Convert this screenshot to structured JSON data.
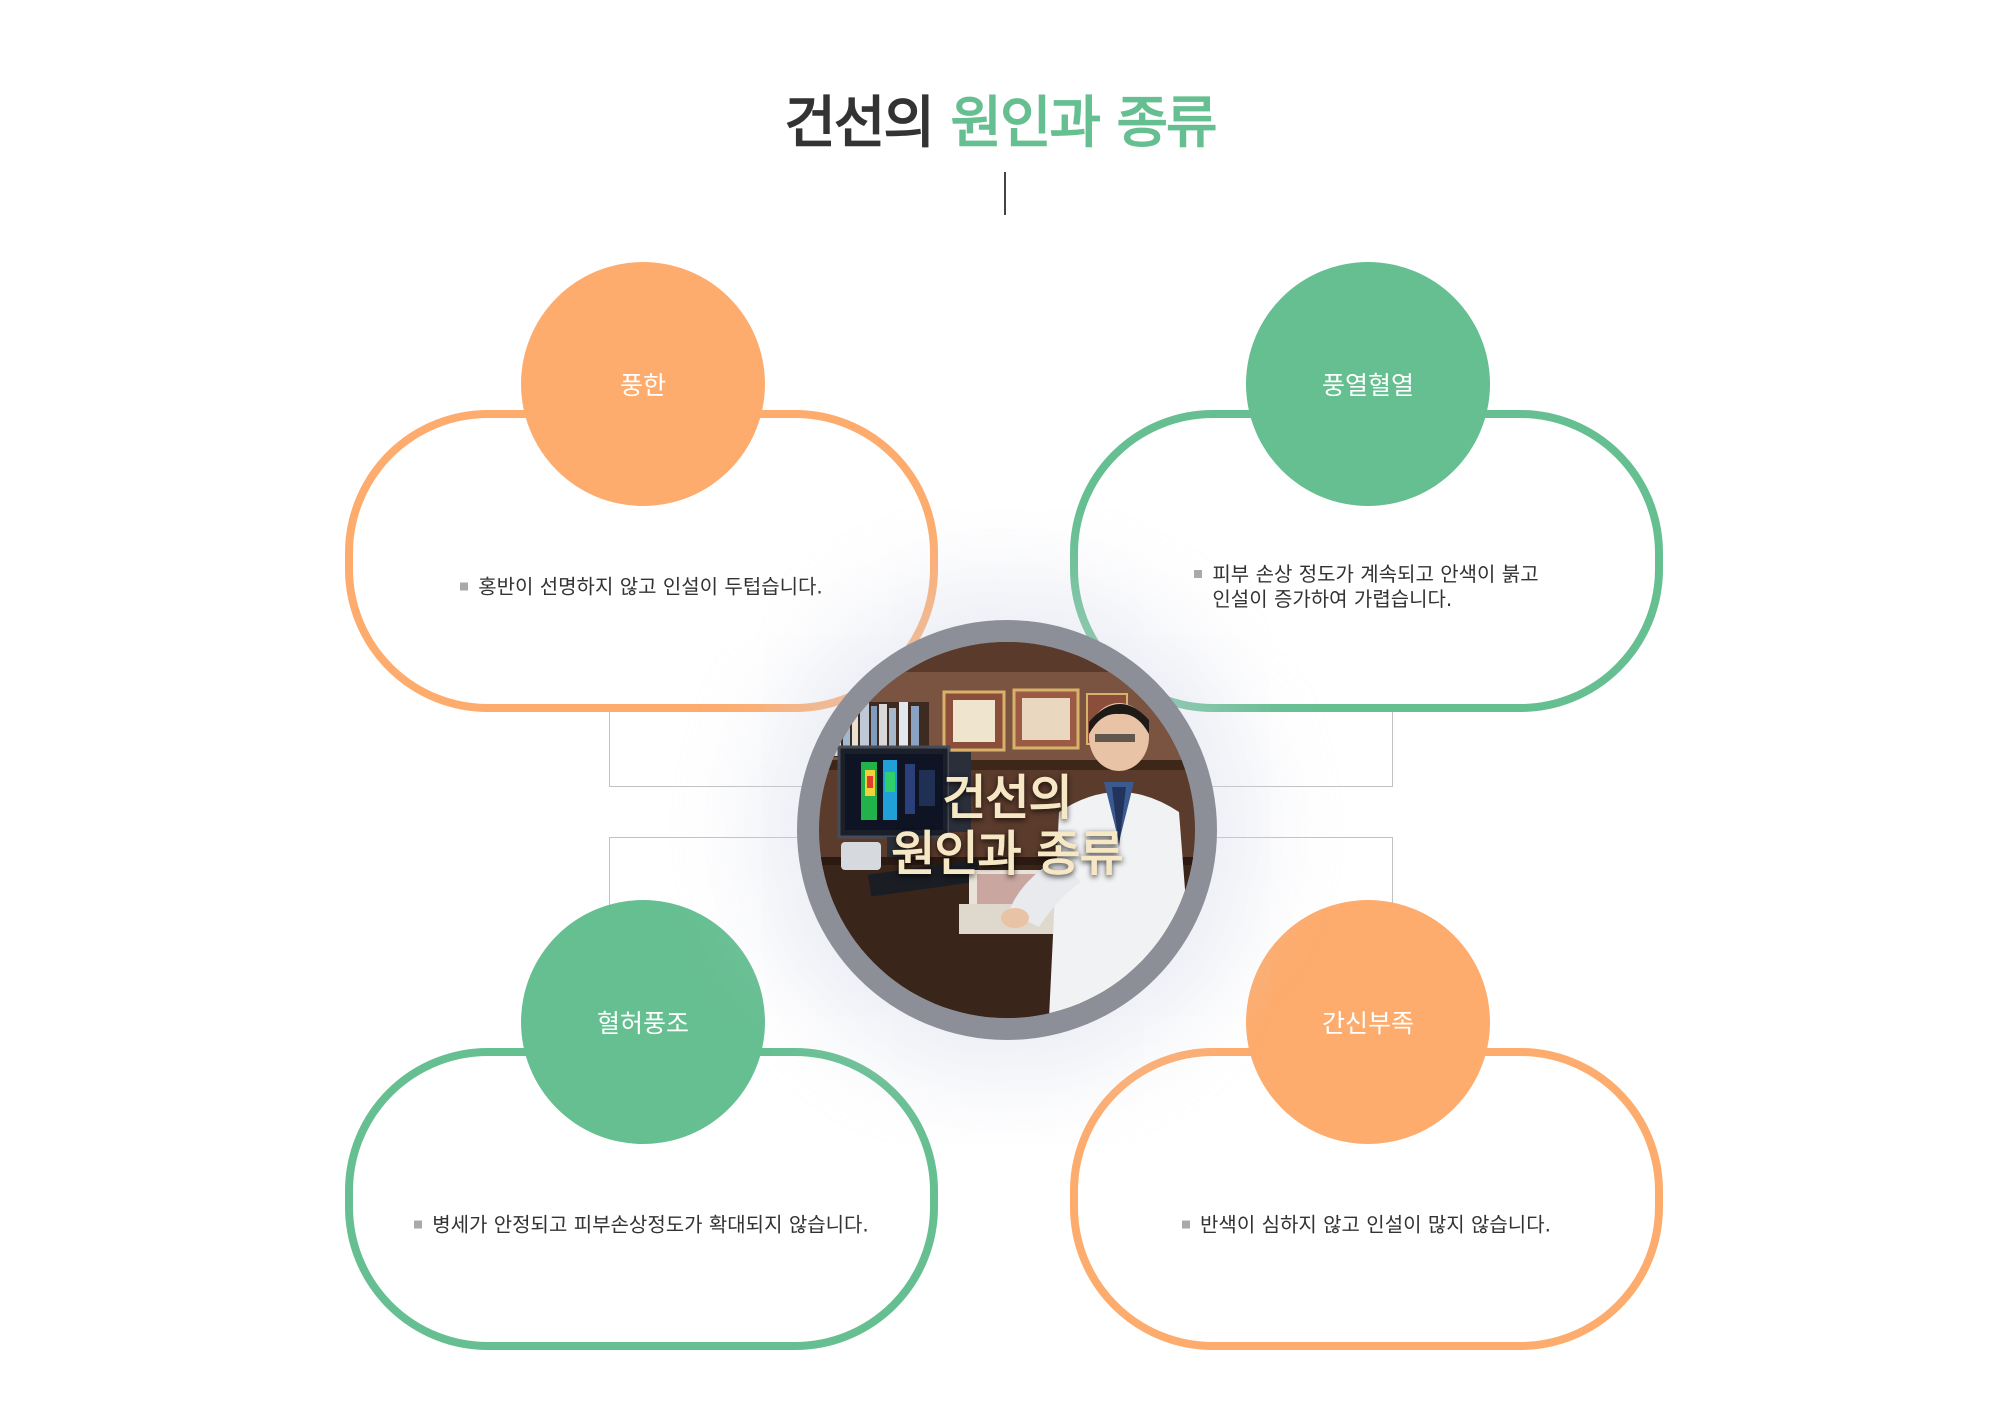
{
  "heading": {
    "part1": "건선의",
    "part2": "원인과 종류"
  },
  "center": {
    "line1": "건선의",
    "line2": "원인과 종류",
    "image_icon": "doctor-at-computer-photo"
  },
  "cards": [
    {
      "title": "풍한",
      "lines": [
        "홍반이 선명하지 않고 인설이 두텁습니다."
      ],
      "color": "#feac6d"
    },
    {
      "title": "풍열혈열",
      "lines": [
        "피부 손상 정도가 계속되고 안색이 붉고",
        "인설이 증가하여 가렵습니다."
      ],
      "color": "#66bf91"
    },
    {
      "title": "혈허풍조",
      "lines": [
        "병세가 안정되고 피부손상정도가 확대되지 않습니다."
      ],
      "color": "#66bf91"
    },
    {
      "title": "간신부족",
      "lines": [
        "반색이 심하지 않고 인설이 많지 않습니다."
      ],
      "color": "#feac6d"
    }
  ],
  "colors": {
    "orange": "#feac6d",
    "green": "#66bf91",
    "heading": "#333333",
    "ring": "#8d8f98"
  }
}
